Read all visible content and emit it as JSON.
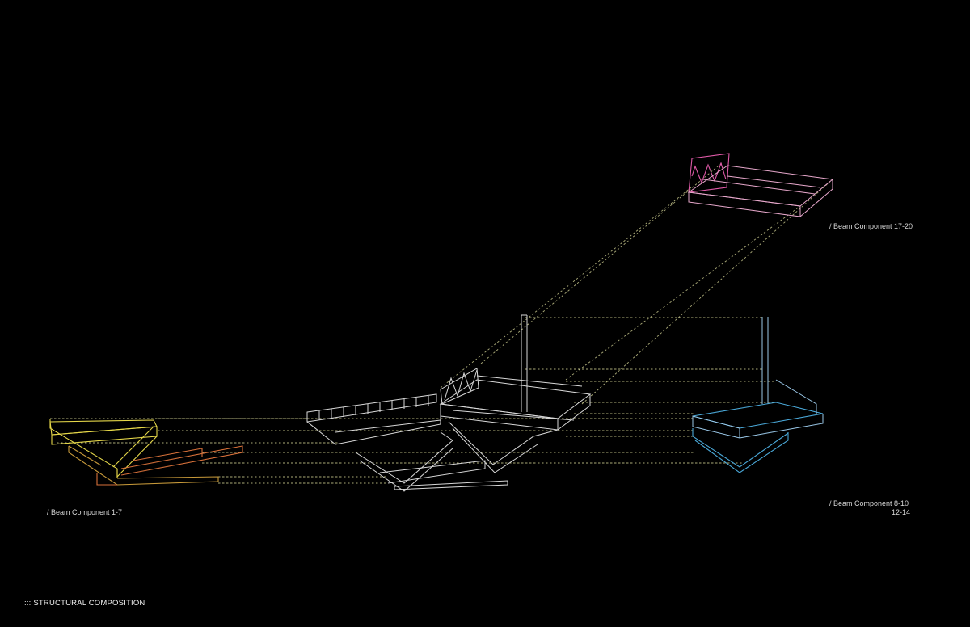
{
  "title": "::: STRUCTURAL COMPOSITION",
  "labels": {
    "group_top": "/ Beam Component 17-20",
    "group_right_line1": "/ Beam Component 8-10",
    "group_right_line2": "12-14",
    "group_left": "/ Beam Component 1-7"
  },
  "colors": {
    "background": "#000000",
    "guide_lines": "#c9c98e",
    "group_left_yellow": "#e6d84a",
    "group_left_orange": "#d8713a",
    "group_center": "#d8d8d8",
    "group_top": "#e05aa8",
    "group_right": "#4aa8d8"
  }
}
